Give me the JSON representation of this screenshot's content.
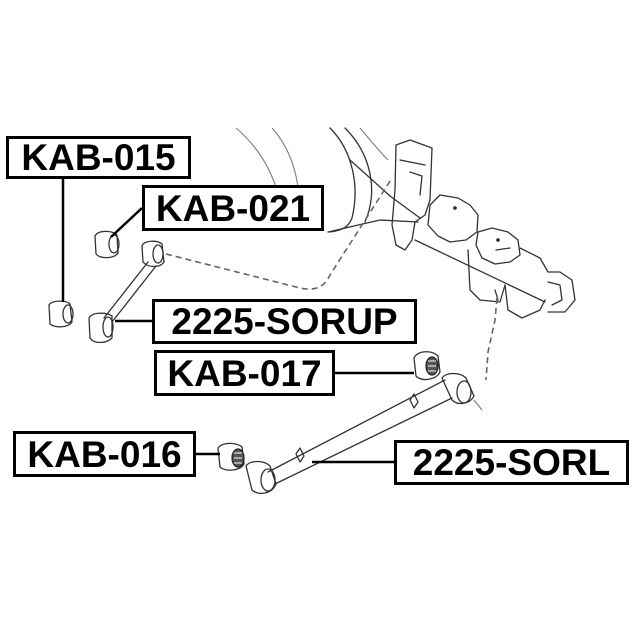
{
  "diagram": {
    "type": "exploded-parts-diagram",
    "subject": "rear suspension arms and bushings",
    "colors": {
      "background": "#ffffff",
      "line_art": "#333333",
      "label_border": "#000000",
      "label_text": "#000000"
    },
    "labels": [
      {
        "id": "kab-015",
        "text": "KAB-015",
        "points_to": "left lower bushing"
      },
      {
        "id": "kab-021",
        "text": "KAB-021",
        "points_to": "left upper bushing"
      },
      {
        "id": "2225-sorup",
        "text": "2225-SORUP",
        "points_to": "upper rear control arm"
      },
      {
        "id": "kab-017",
        "text": "KAB-017",
        "points_to": "right lower-arm bushing"
      },
      {
        "id": "kab-016",
        "text": "KAB-016",
        "points_to": "left lower-arm bushing"
      },
      {
        "id": "2225-sorl",
        "text": "2225-SORL",
        "points_to": "lower rear control arm"
      }
    ],
    "components": [
      "rear subframe / knuckle assembly",
      "upper control arm (2225-SORUP)",
      "lower control arm (2225-SORL)",
      "bushing KAB-015",
      "bushing KAB-021",
      "bushing KAB-017",
      "bushing KAB-016"
    ]
  }
}
